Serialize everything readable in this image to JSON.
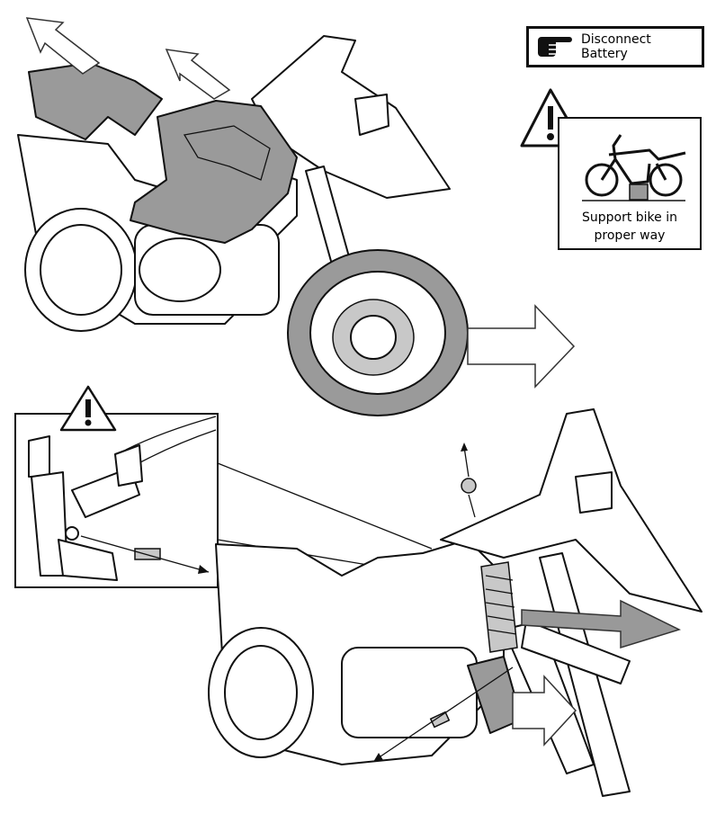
{
  "notices": {
    "battery": {
      "label": "Disconnect Battery",
      "icon": "pointing-hand-icon"
    },
    "support": {
      "label_line1": "Support bike in",
      "label_line2": "proper way",
      "icon": "warning-triangle-icon"
    }
  },
  "colors": {
    "highlight_grey": "#9a9a9a",
    "outline": "#111111"
  }
}
